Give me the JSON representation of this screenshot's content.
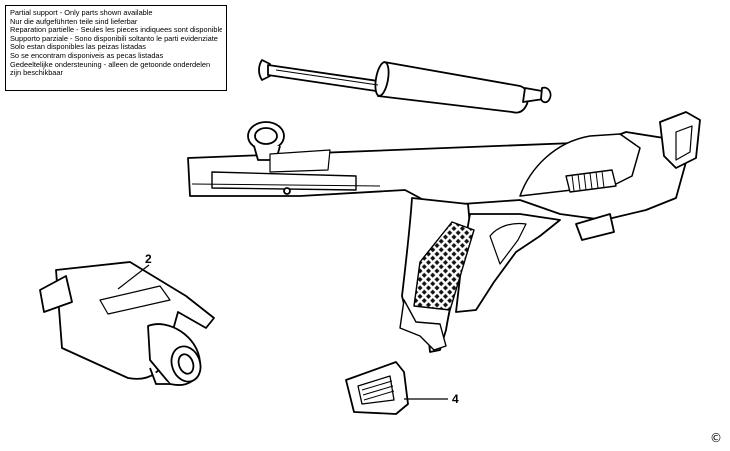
{
  "notice": {
    "lines": [
      "Partial support - Only parts shown available",
      "Nur die aufgeführten teile sind lieferbar",
      "Reparation partielle - Seules les pieces indiquees sont disponibles",
      "Supporto parziale - Sono disponibili soltanto le parti evidenziate",
      "Solo estan disponibles las peizas listadas",
      "So se encontram disponiveis as pecas listadas",
      "Gedeeltelijke ondersteuning - alleen de getoonde onderdelen",
      "zijn beschikbaar"
    ]
  },
  "callouts": {
    "part_2": "2",
    "part_4": "4"
  },
  "copyright": "©"
}
